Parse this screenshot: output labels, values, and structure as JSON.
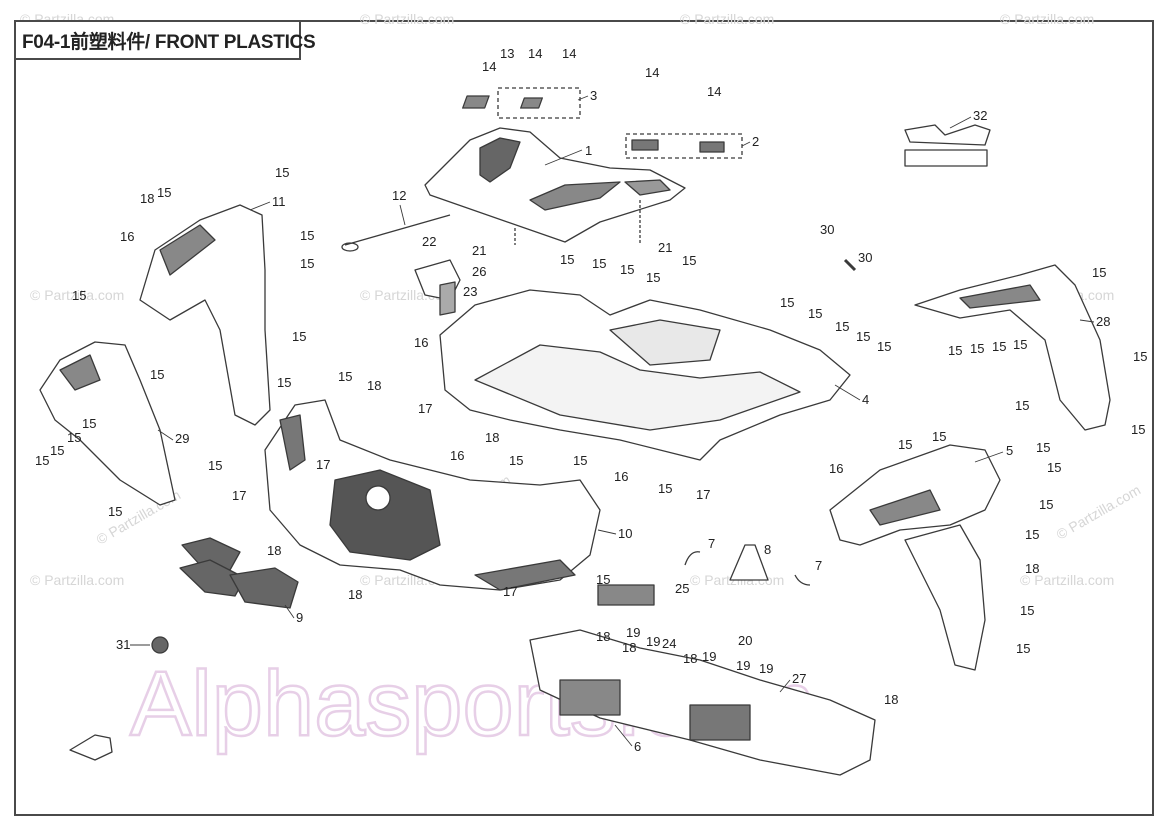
{
  "title": "F04-1前塑料件/ FRONT PLASTICS",
  "watermarks": {
    "partzilla": "© Partzilla.com",
    "partzilla_center": "© Partzilla.com",
    "alpha": "Alphasports.com"
  },
  "callouts": {
    "c1": "1",
    "c2": "2",
    "c3": "3",
    "c4": "4",
    "c5": "5",
    "c6": "6",
    "c7": "7",
    "c8": "8",
    "c9": "9",
    "c10": "10",
    "c11": "11",
    "c12": "12",
    "c13": "13",
    "c14": "14",
    "c15": "15",
    "c16": "16",
    "c17": "17",
    "c18": "18",
    "c19": "19",
    "c20": "20",
    "c21": "21",
    "c22": "22",
    "c23": "23",
    "c24": "24",
    "c25": "25",
    "c26": "26",
    "c27": "27",
    "c28": "28",
    "c29": "29",
    "c30": "30",
    "c31": "31",
    "c32": "32"
  },
  "colors": {
    "line": "#3a3a3a",
    "part_fill": "#ffffff",
    "shade": "#8a8a8a"
  }
}
